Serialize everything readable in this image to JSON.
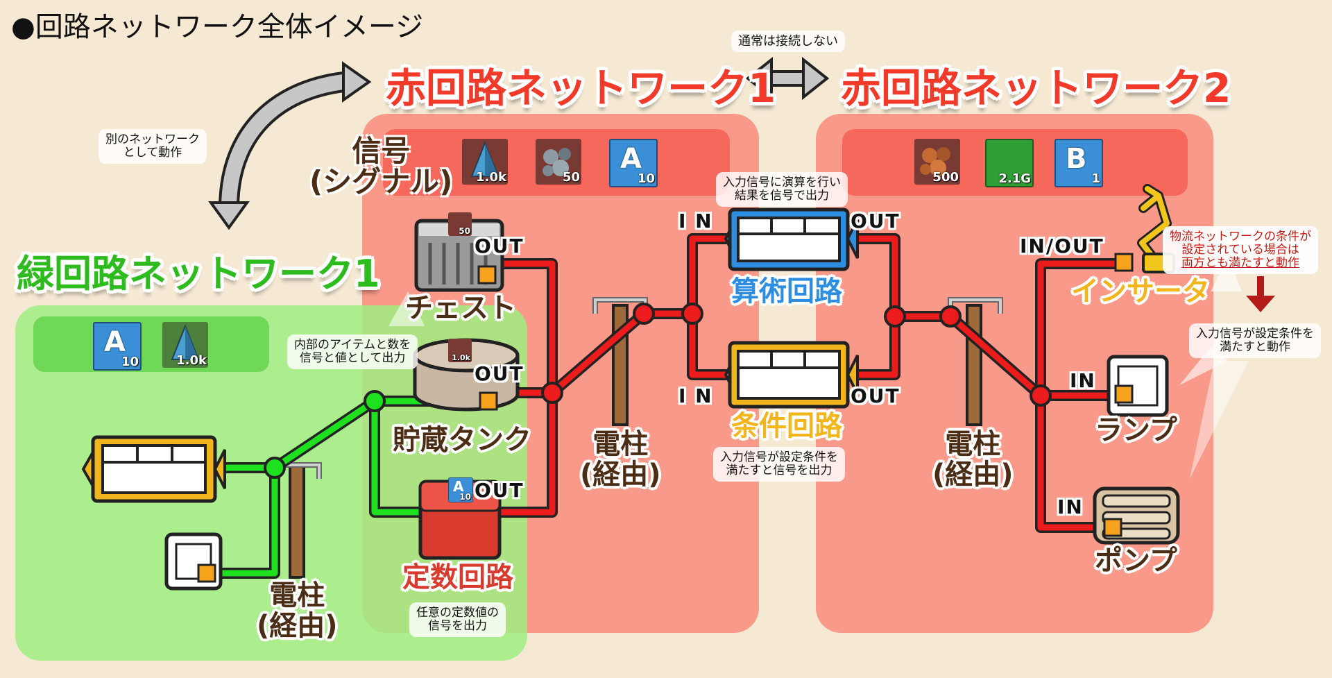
{
  "title": "●回路ネットワーク全体イメージ",
  "headings": {
    "red1": "赤回路ネットワーク1",
    "red2": "赤回路ネットワーク2",
    "green1": "緑回路ネットワーク1"
  },
  "notes": {
    "not_connected": "通常は接続しない",
    "separate_network": [
      "別のネットワーク",
      "として動作"
    ],
    "storage_output": [
      "内部のアイテムと数を",
      "信号と値として出力"
    ],
    "arith_desc": [
      "入力信号に演算を行い",
      "結果を信号で出力"
    ],
    "decider_desc": [
      "入力信号が設定条件を",
      "満たすと信号を出力"
    ],
    "constant_desc": [
      "任意の定数値の",
      "信号を出力"
    ],
    "logistics_cond": [
      "物流ネットワークの条件が",
      "設定されている場合は",
      "両方とも満たすと動作"
    ],
    "input_cond": [
      "入力信号が設定条件を",
      "満たすと動作"
    ]
  },
  "signal_label": [
    "信号",
    "(シグナル)"
  ],
  "signals": {
    "red1": [
      {
        "icon": "ore-cone-icon",
        "value": "1.0k",
        "color": "#4aa0d0"
      },
      {
        "icon": "stone-ore-icon",
        "value": "50",
        "color": "#7b8a94"
      },
      {
        "icon": "letter-a-icon",
        "value": "10",
        "letter": "A",
        "color": "#3a8fd6"
      }
    ],
    "red2": [
      {
        "icon": "copper-ore-icon",
        "value": "500",
        "color": "#b5602c"
      },
      {
        "icon": "green-square-icon",
        "value": "2.1G",
        "color": "#2f9e35"
      },
      {
        "icon": "letter-b-icon",
        "value": "1",
        "letter": "B",
        "color": "#3a8fd6"
      }
    ],
    "green1": [
      {
        "icon": "letter-a-icon",
        "value": "10",
        "letter": "A",
        "color": "#3a8fd6"
      },
      {
        "icon": "ore-cone-icon",
        "value": "1.0k",
        "color": "#4aa0d0"
      }
    ]
  },
  "entities": {
    "chest": "チェスト",
    "tank": "貯蔵タンク",
    "constant": "定数回路",
    "pole_red1": [
      "電柱",
      "(経由)"
    ],
    "pole_green": [
      "電柱",
      "(経由)"
    ],
    "pole_red2": [
      "電柱",
      "(経由)"
    ],
    "arith": "算術回路",
    "decider": "条件回路",
    "inserter": "インサータ",
    "lamp": "ランプ",
    "pump": "ポンプ"
  },
  "ports": {
    "out": "OUT",
    "in": "I N",
    "in2": "IN",
    "inout": "IN/OUT"
  },
  "mini_badges": {
    "chest": "50",
    "tank": "1.0k",
    "constant": "10",
    "constant_letter": "A"
  },
  "colors": {
    "background": "#f6e9d4",
    "red_zone": "#f8998a",
    "green_zone": "#9fef80",
    "red_wire": "#ec1c1c",
    "green_wire": "#1fe01f"
  }
}
